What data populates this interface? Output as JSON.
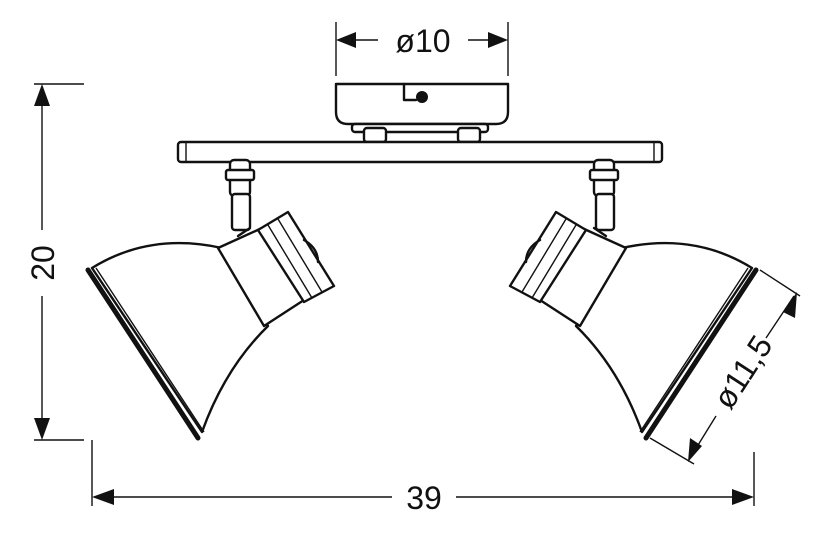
{
  "dimensions": {
    "canopy_diameter": "ø10",
    "height": "20",
    "width": "39",
    "shade_diameter": "ø11,5"
  },
  "colors": {
    "line": "#111111",
    "background": "#ffffff"
  }
}
